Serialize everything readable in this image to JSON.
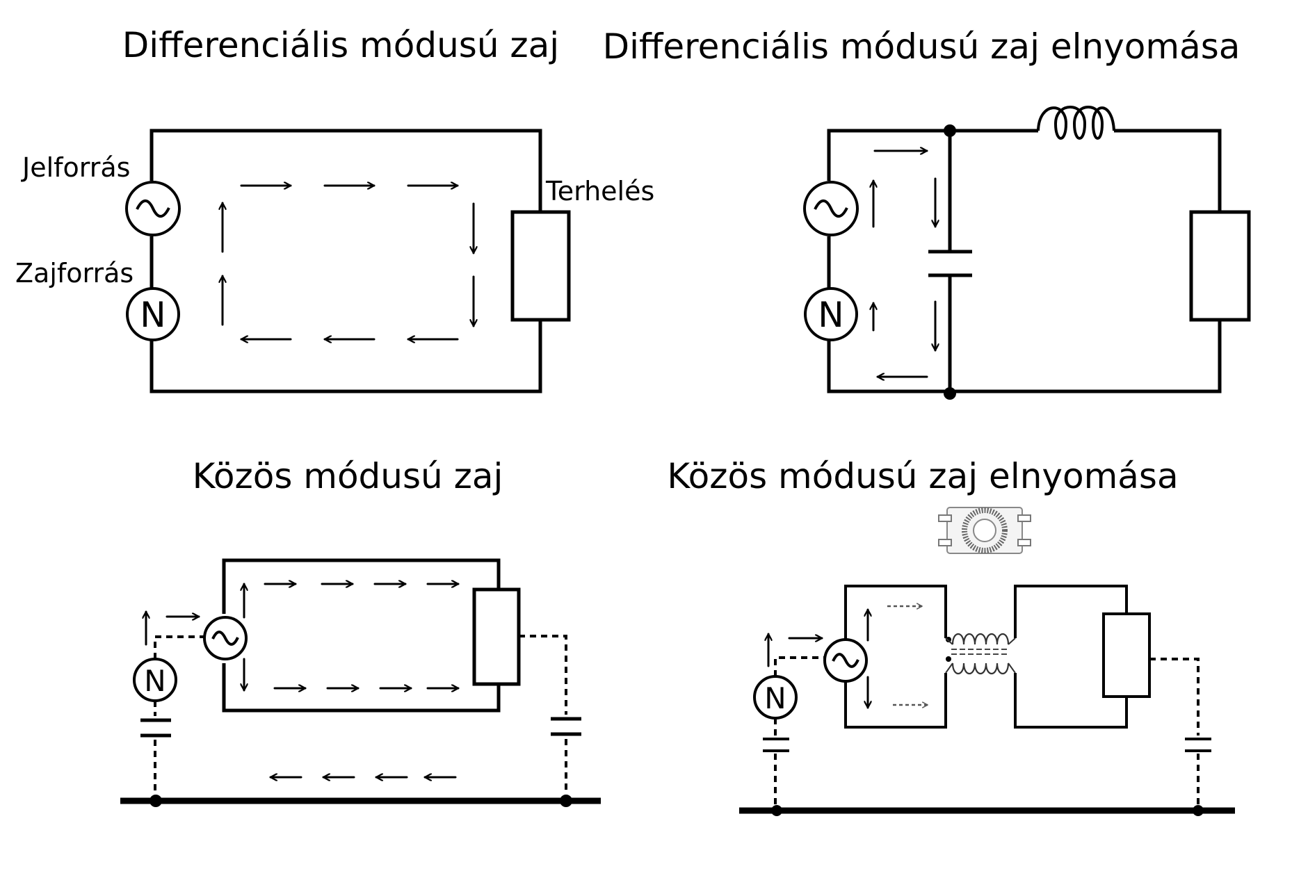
{
  "titles": {
    "dm_noise": "Differenciális módusú zaj",
    "dm_suppression": "Differenciális módusú zaj elnyomása",
    "cm_noise": "Közös módusú zaj",
    "cm_suppression": "Közös módusú zaj elnyomása"
  },
  "labels": {
    "signal_source": "Jelforrás",
    "noise_source": "Zajforrás",
    "load": "Terhelés",
    "noise_symbol": "N",
    "ac_symbol": "~"
  }
}
